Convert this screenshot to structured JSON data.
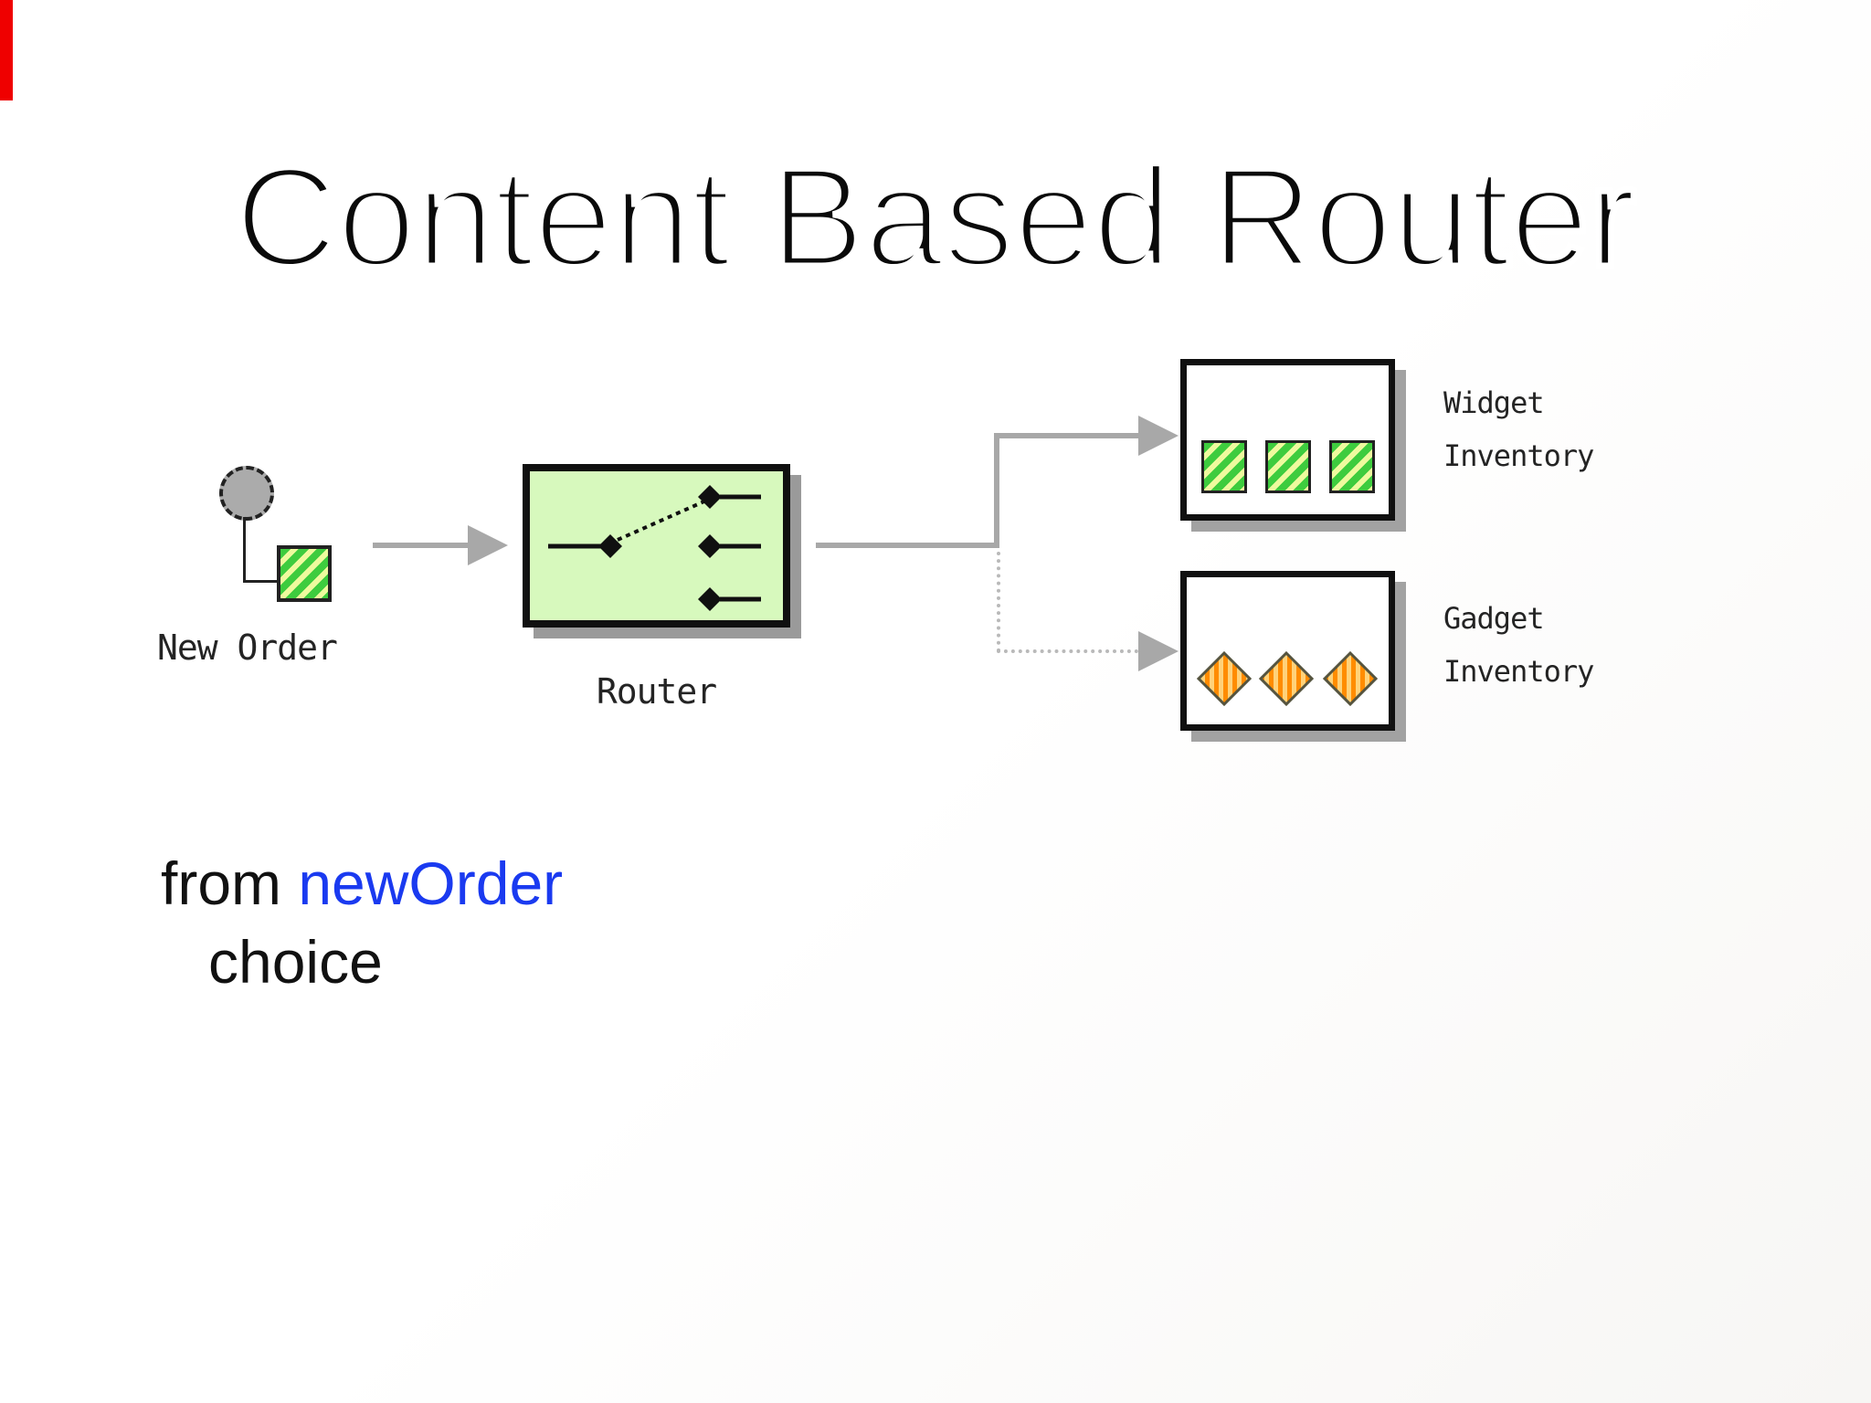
{
  "slide": {
    "title": "Content Based Router",
    "labels": {
      "new_order": "New Order",
      "router": "Router",
      "widget_line1": "Widget",
      "widget_line2": "Inventory",
      "gadget_line1": "Gadget",
      "gadget_line2": "Inventory"
    },
    "code": {
      "from_keyword": "from ",
      "endpoint": "newOrder",
      "choice_keyword": "choice"
    },
    "colors": {
      "endpoint_blue": "#1a3af0",
      "router_fill": "#d7f9bd",
      "widget_green": "#3ecc3e",
      "widget_green_light": "#eefa9e",
      "gadget_orange": "#ff8c00",
      "gadget_orange_light": "#ffd27a",
      "arrow_gray": "#a8a8a8",
      "shadow_gray": "#9a9a9a",
      "accent_red": "#ef0000"
    }
  }
}
